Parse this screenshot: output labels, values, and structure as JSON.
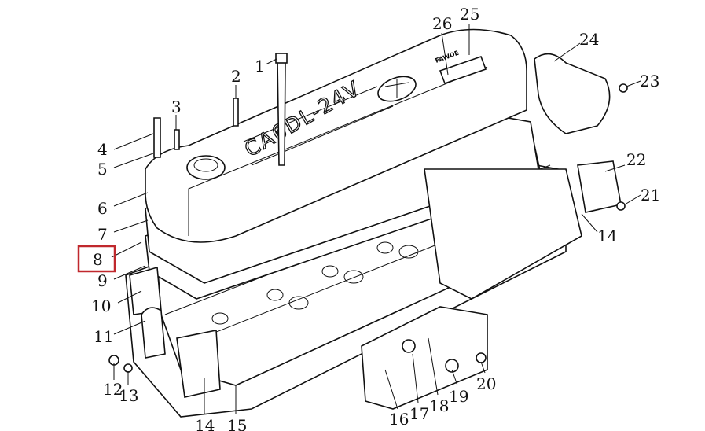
{
  "diagram": {
    "cover_marking": "CA6DL-24V",
    "nameplate_brand": "FAWDE",
    "highlighted_callout": "8",
    "highlight_color": "#c0282d",
    "callouts": [
      "1",
      "2",
      "3",
      "4",
      "5",
      "6",
      "7",
      "8",
      "9",
      "10",
      "11",
      "12",
      "13",
      "14",
      "14",
      "15",
      "16",
      "17",
      "18",
      "19",
      "20",
      "21",
      "22",
      "23",
      "24",
      "25",
      "26"
    ]
  }
}
